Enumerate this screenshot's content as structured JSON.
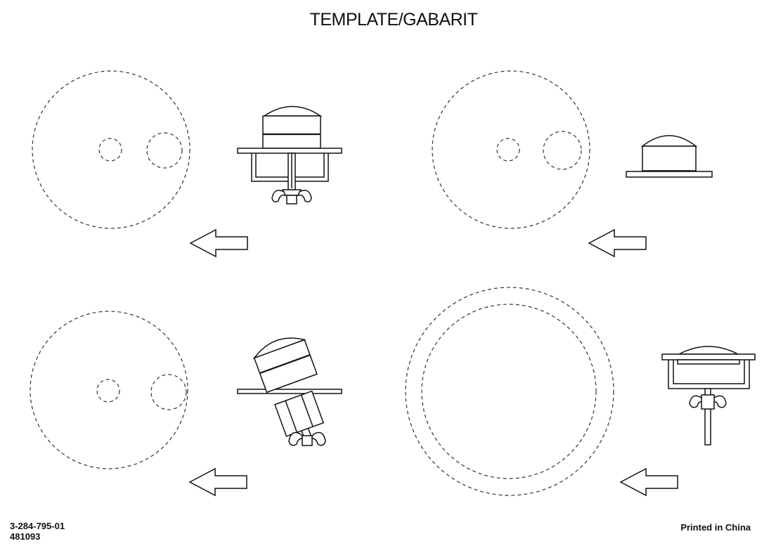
{
  "title": "TEMPLATE/GABARIT",
  "footer": {
    "part_number": "3-284-795-01",
    "code": "481093",
    "printed": "Printed in China"
  },
  "icons": [
    "dashed-circle-template",
    "lamp-mount-icon",
    "arrow-left-icon"
  ]
}
